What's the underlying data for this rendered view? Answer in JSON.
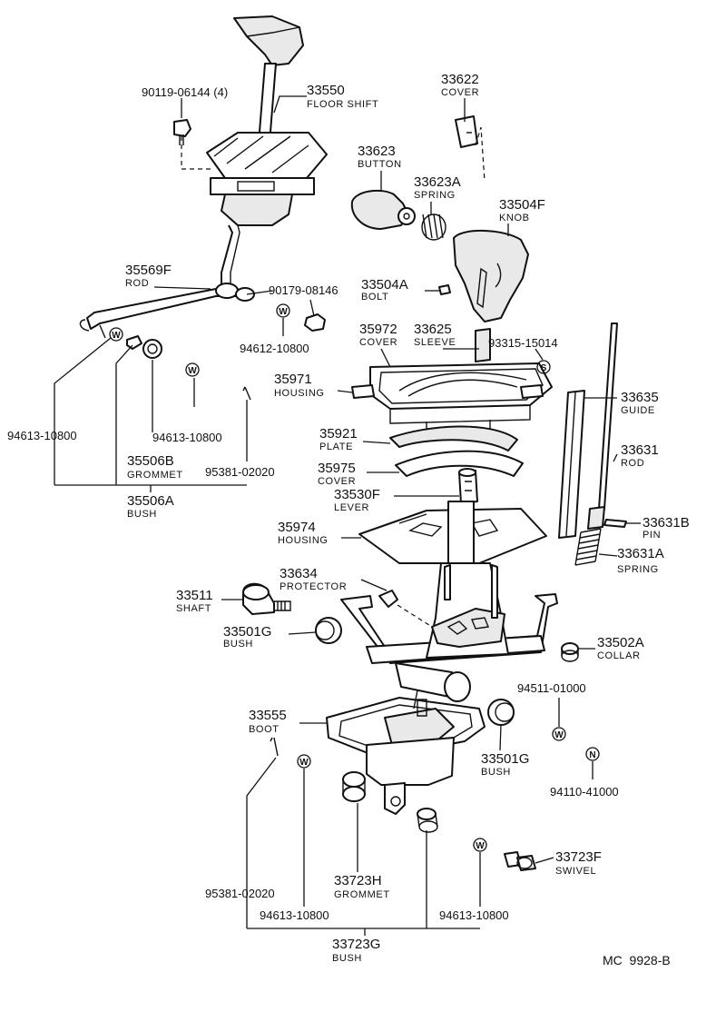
{
  "diagram_ref": "MC  9928-B",
  "parts": {
    "floor_shift": {
      "number": "33550",
      "name": "FLOOR SHIFT"
    },
    "bolt_90119": {
      "number": "90119-06144 (4)"
    },
    "cover_33622": {
      "number": "33622",
      "name": "COVER"
    },
    "button": {
      "number": "33623",
      "name": "BUTTON"
    },
    "spring_33623a": {
      "number": "33623A",
      "name": "SPRING"
    },
    "knob": {
      "number": "33504F",
      "name": "KNOB"
    },
    "rod_35569f": {
      "number": "35569F",
      "name": "ROD"
    },
    "nut_90179": {
      "number": "90179-08146"
    },
    "bolt_33504a": {
      "number": "33504A",
      "name": "BOLT"
    },
    "washer_94612": {
      "number": "94612-10800"
    },
    "cover_35972": {
      "number": "35972",
      "name": "COVER"
    },
    "sleeve": {
      "number": "33625",
      "name": "SLEEVE"
    },
    "part_93315": {
      "number": "93315-15014"
    },
    "housing_35971": {
      "number": "35971",
      "name": "HOUSING"
    },
    "guide": {
      "number": "33635",
      "name": "GUIDE"
    },
    "plate": {
      "number": "35921",
      "name": "PLATE"
    },
    "rod_33631": {
      "number": "33631",
      "name": "ROD"
    },
    "cover_35975": {
      "number": "35975",
      "name": "COVER"
    },
    "lever": {
      "number": "33530F",
      "name": "LEVER"
    },
    "pin": {
      "number": "33631B",
      "name": "PIN"
    },
    "housing_35974": {
      "number": "35974",
      "name": "HOUSING"
    },
    "spring_33631a": {
      "number": "33631A",
      "name": "SPRING"
    },
    "washer_94613_left": {
      "number": "94613-10800"
    },
    "washer_94613_mid": {
      "number": "94613-10800"
    },
    "grommet_35506b": {
      "number": "35506B",
      "name": "GROMMET"
    },
    "pin_95381_top": {
      "number": "95381-02020"
    },
    "bush_35506a": {
      "number": "35506A",
      "name": "BUSH"
    },
    "shaft": {
      "number": "33511",
      "name": "SHAFT"
    },
    "protector": {
      "number": "33634",
      "name": "PROTECTOR"
    },
    "bush_33501g_left": {
      "number": "33501G",
      "name": "BUSH"
    },
    "collar": {
      "number": "33502A",
      "name": "COLLAR"
    },
    "washer_94511": {
      "number": "94511-01000"
    },
    "boot": {
      "number": "33555",
      "name": "BOOT"
    },
    "bush_33501g_right": {
      "number": "33501G",
      "name": "BUSH"
    },
    "nut_94110": {
      "number": "94110-41000"
    },
    "swivel": {
      "number": "33723F",
      "name": "SWIVEL"
    },
    "grommet_33723h": {
      "number": "33723H",
      "name": "GROMMET"
    },
    "pin_95381_bottom": {
      "number": "95381-02020"
    },
    "washer_94613_bottom_left": {
      "number": "94613-10800"
    },
    "washer_94613_bottom_right": {
      "number": "94613-10800"
    },
    "bush_33723g": {
      "number": "33723G",
      "name": "BUSH"
    }
  },
  "symbols": {
    "w": "W",
    "s": "S",
    "n": "N"
  }
}
